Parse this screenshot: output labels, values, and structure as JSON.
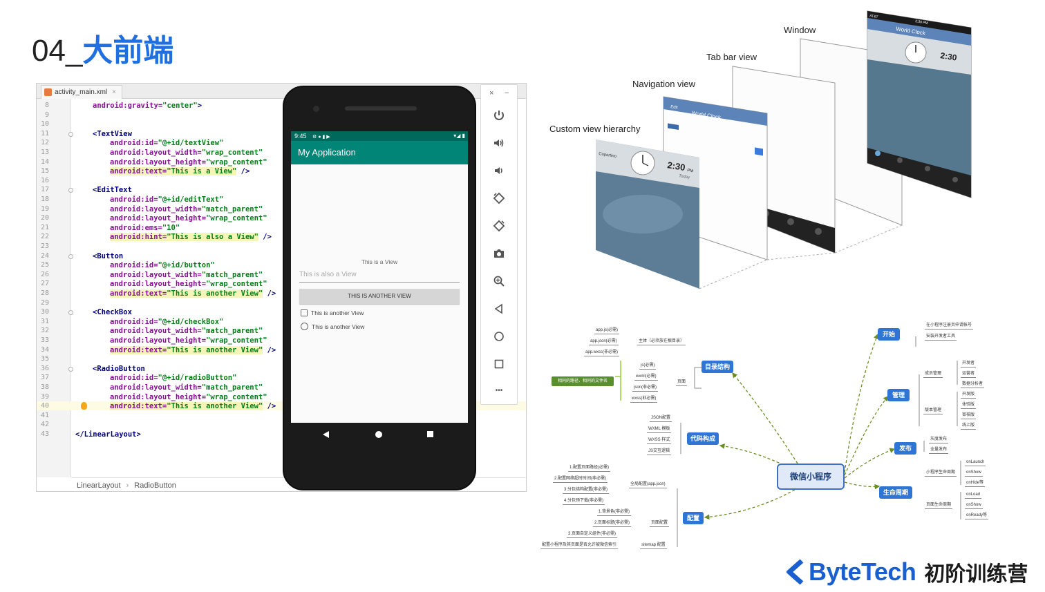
{
  "slide": {
    "number": "04_",
    "title": "大前端"
  },
  "ide": {
    "tab_name": "activity_main.xml",
    "tab_close": "×",
    "lines": [
      {
        "n": "8",
        "segs": [
          [
            "attr",
            "android:gravity="
          ],
          [
            "val",
            "\"center\""
          ],
          [
            "tag",
            ">"
          ]
        ],
        "indent": 1
      },
      {
        "n": "9",
        "segs": [],
        "indent": 0
      },
      {
        "n": "10",
        "segs": [],
        "indent": 0
      },
      {
        "n": "11",
        "segs": [
          [
            "tag",
            "<TextView"
          ]
        ],
        "indent": 1
      },
      {
        "n": "12",
        "segs": [
          [
            "attr",
            "android:id="
          ],
          [
            "val",
            "\"@+id/textView\""
          ]
        ],
        "indent": 2
      },
      {
        "n": "13",
        "segs": [
          [
            "attr",
            "android:layout_width="
          ],
          [
            "val",
            "\"wrap_content\""
          ]
        ],
        "indent": 2
      },
      {
        "n": "14",
        "segs": [
          [
            "attr",
            "android:layout_height="
          ],
          [
            "val",
            "\"wrap_content\""
          ]
        ],
        "indent": 2
      },
      {
        "n": "15",
        "segs": [
          [
            "attr",
            "android:text="
          ],
          [
            "val",
            "\"This is a View\""
          ],
          [
            "tag",
            " />"
          ]
        ],
        "indent": 2,
        "hl": true
      },
      {
        "n": "16",
        "segs": [],
        "indent": 0
      },
      {
        "n": "17",
        "segs": [
          [
            "tag",
            "<EditText"
          ]
        ],
        "indent": 1
      },
      {
        "n": "18",
        "segs": [
          [
            "attr",
            "android:id="
          ],
          [
            "val",
            "\"@+id/editText\""
          ]
        ],
        "indent": 2
      },
      {
        "n": "19",
        "segs": [
          [
            "attr",
            "android:layout_width="
          ],
          [
            "val",
            "\"match_parent\""
          ]
        ],
        "indent": 2
      },
      {
        "n": "20",
        "segs": [
          [
            "attr",
            "android:layout_height="
          ],
          [
            "val",
            "\"wrap_content\""
          ]
        ],
        "indent": 2
      },
      {
        "n": "21",
        "segs": [
          [
            "attr",
            "android:ems="
          ],
          [
            "val",
            "\"10\""
          ]
        ],
        "indent": 2
      },
      {
        "n": "22",
        "segs": [
          [
            "attr",
            "android:hint="
          ],
          [
            "val",
            "\"This is also a View\""
          ],
          [
            "tag",
            " />"
          ]
        ],
        "indent": 2,
        "hl": true
      },
      {
        "n": "23",
        "segs": [],
        "indent": 0
      },
      {
        "n": "24",
        "segs": [
          [
            "tag",
            "<Button"
          ]
        ],
        "indent": 1
      },
      {
        "n": "25",
        "segs": [
          [
            "attr",
            "android:id="
          ],
          [
            "val",
            "\"@+id/button\""
          ]
        ],
        "indent": 2
      },
      {
        "n": "26",
        "segs": [
          [
            "attr",
            "android:layout_width="
          ],
          [
            "val",
            "\"match_parent\""
          ]
        ],
        "indent": 2
      },
      {
        "n": "27",
        "segs": [
          [
            "attr",
            "android:layout_height="
          ],
          [
            "val",
            "\"wrap_content\""
          ]
        ],
        "indent": 2
      },
      {
        "n": "28",
        "segs": [
          [
            "attr",
            "android:text="
          ],
          [
            "val",
            "\"This is another View\""
          ],
          [
            "tag",
            " />"
          ]
        ],
        "indent": 2,
        "hl": true
      },
      {
        "n": "29",
        "segs": [],
        "indent": 0
      },
      {
        "n": "30",
        "segs": [
          [
            "tag",
            "<CheckBox"
          ]
        ],
        "indent": 1
      },
      {
        "n": "31",
        "segs": [
          [
            "attr",
            "android:id="
          ],
          [
            "val",
            "\"@+id/checkBox\""
          ]
        ],
        "indent": 2
      },
      {
        "n": "32",
        "segs": [
          [
            "attr",
            "android:layout_width="
          ],
          [
            "val",
            "\"match_parent\""
          ]
        ],
        "indent": 2
      },
      {
        "n": "33",
        "segs": [
          [
            "attr",
            "android:layout_height="
          ],
          [
            "val",
            "\"wrap_content\""
          ]
        ],
        "indent": 2
      },
      {
        "n": "34",
        "segs": [
          [
            "attr",
            "android:text="
          ],
          [
            "val",
            "\"This is another View\""
          ],
          [
            "tag",
            " />"
          ]
        ],
        "indent": 2,
        "hl": true
      },
      {
        "n": "35",
        "segs": [],
        "indent": 0
      },
      {
        "n": "36",
        "segs": [
          [
            "tag",
            "<RadioButton"
          ]
        ],
        "indent": 1
      },
      {
        "n": "37",
        "segs": [
          [
            "attr",
            "android:id="
          ],
          [
            "val",
            "\"@+id/radioButton\""
          ]
        ],
        "indent": 2
      },
      {
        "n": "38",
        "segs": [
          [
            "attr",
            "android:layout_width="
          ],
          [
            "val",
            "\"match_parent\""
          ]
        ],
        "indent": 2
      },
      {
        "n": "39",
        "segs": [
          [
            "attr",
            "android:layout_height="
          ],
          [
            "val",
            "\"wrap_content\""
          ]
        ],
        "indent": 2
      },
      {
        "n": "40",
        "segs": [
          [
            "attr",
            "android:text="
          ],
          [
            "val",
            "\"This is another View\""
          ],
          [
            "tag",
            " />"
          ]
        ],
        "indent": 2,
        "hl": true,
        "current": true
      },
      {
        "n": "41",
        "segs": [],
        "indent": 0
      },
      {
        "n": "42",
        "segs": [],
        "indent": 0
      },
      {
        "n": "43",
        "segs": [
          [
            "tag",
            "</LinearLayout>"
          ]
        ],
        "indent": 0
      }
    ],
    "breadcrumb": [
      "LinearLayout",
      "RadioButton"
    ],
    "breadcrumb_sep": "›"
  },
  "phone": {
    "status_time": "9:45",
    "status_icons": "⚙ ● ▮ ▶",
    "status_right": "▾◢ ▮",
    "app_title": "My Application",
    "textview": "This is a View",
    "edittext_hint": "This is also a View",
    "button": "THIS IS ANOTHER VIEW",
    "checkbox": "This is another View",
    "radiobutton": "This is another View"
  },
  "emulator": {
    "close": "×",
    "minimize": "−",
    "more": "•••"
  },
  "layers": {
    "window": "Window",
    "tabbar": "Tab bar view",
    "navigation": "Navigation view",
    "custom": "Custom view hierarchy",
    "app_title": "World Clock",
    "nav_btn": "Edit",
    "time": "2:30",
    "ampm": "PM",
    "today": "Today",
    "city": "Cupertino",
    "carrier": "AT&T",
    "status_time": "2:30 PM"
  },
  "mindmap": {
    "center": "微信小程序",
    "structure": "目录结构",
    "code": "代码构成",
    "config": "配置",
    "start": "开始",
    "manage": "管理",
    "publish": "发布",
    "lifecycle": "生命周期",
    "green_note": "相同的路径、相同的文件名",
    "structure_leaves": [
      "app.js(必需)",
      "app.json(必需)",
      "app.wxss(非必需)",
      "主体（必须放在根目录）",
      "js(必需)",
      "wxml(必需)",
      "json(非必需)",
      "wxss(非必需)",
      "页面"
    ],
    "code_leaves": [
      "JSON配置",
      "WXML 模板",
      "WXSS 样式",
      "JS交互逻辑"
    ],
    "config_leaves": [
      "1.配置页面路径(必需)",
      "2.配置网络超时时间(非必需)",
      "3.分包结构配置(非必需)",
      "4.分包预下载(非必需)",
      "全局配置(app.json)",
      "1.背景色(非必需)",
      "2.页面标题(非必需)",
      "3.页面自定义组件(非必需)",
      "页面配置",
      "配置小程序及其页面是否允许被微信索引",
      "sitemap 配置"
    ],
    "start_leaves": [
      "在小程序注册页申请帐号",
      "安装开发者工具"
    ],
    "manage_leaves": [
      "成员管理",
      "开发者",
      "运营者",
      "数据分析者",
      "版本管理",
      "开发版",
      "体验版",
      "审核版",
      "线上版"
    ],
    "publish_leaves": [
      "灰度发布",
      "全量发布"
    ],
    "lifecycle_leaves": [
      "小程序生命周期",
      "onLaunch",
      "onShow",
      "onHide等",
      "页面生命周期",
      "onLoad",
      "onShow",
      "onReady等"
    ]
  },
  "logo": {
    "brand": "ByteTech",
    "sub": "初阶训练营"
  },
  "colors": {
    "accent": "#1f6fe0",
    "android_primary": "#008577",
    "android_dark": "#00695c",
    "mind_blue": "#2e75d6"
  }
}
